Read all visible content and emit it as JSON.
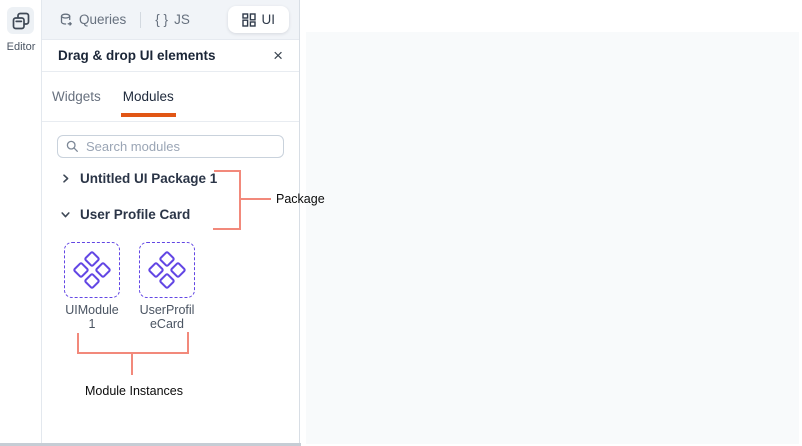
{
  "colors": {
    "accent_orange": "#E15615",
    "module_purple": "#6246E4",
    "annotation_red": "#F2897B",
    "canvas_bg": "#F8FAFB",
    "topbar_bg": "#F1F4F8"
  },
  "left_rail": {
    "editor_label": "Editor"
  },
  "topbar": {
    "queries_label": "Queries",
    "js_braces": "{ }",
    "js_label": "JS",
    "ui_label": "UI"
  },
  "panel": {
    "title": "Drag & drop UI elements",
    "close_glyph": "×",
    "tabs": [
      {
        "label": "Widgets",
        "active": false
      },
      {
        "label": "Modules",
        "active": true
      }
    ],
    "search": {
      "placeholder": "Search modules"
    },
    "packages": [
      {
        "name": "Untitled UI Package 1",
        "expanded": false
      },
      {
        "name": "User Profile Card",
        "expanded": true
      }
    ],
    "modules": [
      {
        "name": "UIModule 1"
      },
      {
        "name": "UserProfileCard"
      }
    ]
  },
  "annotations": {
    "package_label": "Package",
    "module_instances_label": "Module Instances"
  }
}
